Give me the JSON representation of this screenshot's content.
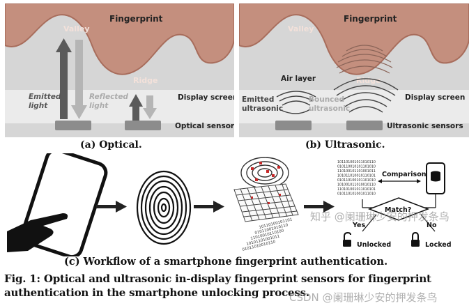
{
  "panel_a": {
    "fingerprint": "Fingerprint",
    "valley": "Valley",
    "ridge": "Ridge",
    "emitted_1": "Emitted",
    "emitted_2": "light",
    "reflected_1": "Reflected",
    "reflected_2": "light",
    "display": "Display screen",
    "sensors": "Optical sensors",
    "caption": "(a) Optical."
  },
  "panel_b": {
    "fingerprint": "Fingerprint",
    "valley": "Valley",
    "air": "Air layer",
    "ridge": "Ridge",
    "emitted_1": "Emitted",
    "emitted_2": "ultrasonic",
    "bounced_1": "Bounced",
    "bounced_2": "ultrasonic",
    "display": "Display screen",
    "sensors": "Ultrasonic sensors",
    "caption": "(b) Ultrasonic."
  },
  "panel_c": {
    "comparison": "Comparison",
    "match": "Match?",
    "yes": "Yes",
    "no": "No",
    "unlocked": "Unlocked",
    "locked": "Locked",
    "caption": "(c) Workflow of a smartphone fingerprint authentication.",
    "binary_lines": [
      "101101001011010110",
      "010110010101101010",
      "110100101101001011",
      "101011010010110101",
      "010110100101101010",
      "101001011010010110",
      "110101001011010101",
      "010110101001011010"
    ]
  },
  "figure_caption": {
    "line1": "Fig. 1: Optical and ultrasonic in-display fingerprint sensors for fingerprint",
    "line2": "authentication in the smartphone unlocking process."
  },
  "watermark": {
    "a": "知乎 @阑珊琳少安的押发条鸟",
    "b": "CSDN @阑珊琳少安的押发条鸟"
  },
  "colors": {
    "skin": "#c48f7e",
    "skin_edge": "#a86d5c",
    "panel_bg": "#d8d8d8",
    "display_band": "#e8e8e8",
    "sensor": "#8c8c8c",
    "dark_arrow": "#5a5a5a",
    "light_arrow": "#b5b5b5"
  }
}
